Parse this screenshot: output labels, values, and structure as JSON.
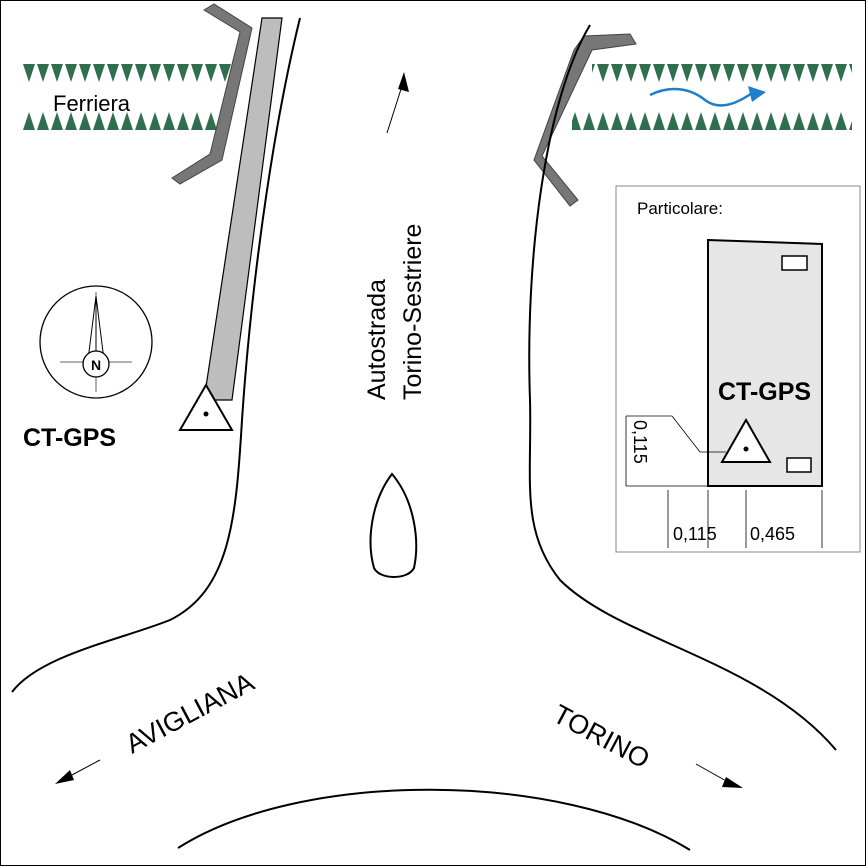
{
  "labels": {
    "ferriera": "Ferriera",
    "highway": "Autostrada Torino-Sestriere",
    "highway_line1": "Autostrada",
    "highway_line2": "Torino-Sestriere",
    "station_main": "CT-GPS",
    "avigliana": "AVIGLIANA",
    "torino": "TORINO",
    "compass_north": "N"
  },
  "detail_inset": {
    "title": "Particolare:",
    "station": "CT-GPS",
    "dim_vertical": "0,115",
    "dim_left": "0,115",
    "dim_right": "0,465"
  },
  "colors": {
    "river_grass": "#2f6e4f",
    "river_flow_arrow": "#1f7fc8",
    "bridge_rail": "#777777",
    "road_strip": "#bdbdbd",
    "inset_fill": "#e6e6e6",
    "line": "#000000"
  }
}
